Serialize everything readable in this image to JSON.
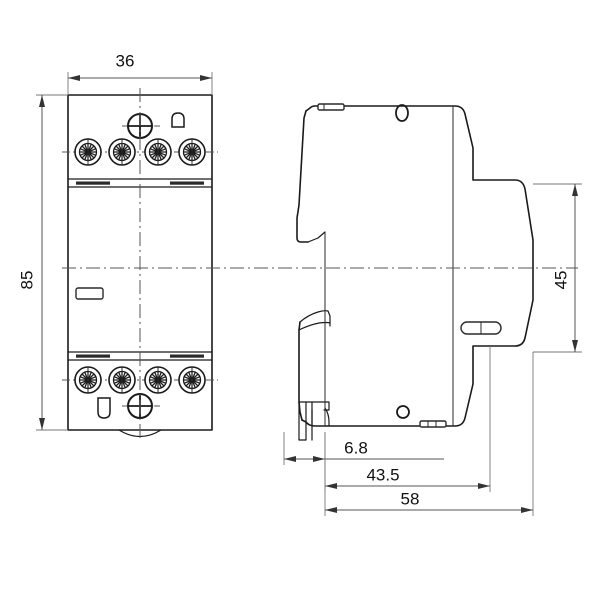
{
  "drawing": {
    "title": "Modular DIN-rail contactor dimensional drawing",
    "units": "mm",
    "line_color": "#1a1a1a",
    "dimension_color": "#555555",
    "background": "#ffffff",
    "views": [
      {
        "id": "front",
        "label": "front-view"
      },
      {
        "id": "side",
        "label": "side-view"
      }
    ]
  },
  "dimensions": {
    "width_36": {
      "value": "36",
      "position": "top",
      "view": "front"
    },
    "height_85": {
      "value": "85",
      "position": "left",
      "view": "front",
      "rotated": true
    },
    "height_45": {
      "value": "45",
      "position": "right",
      "view": "side",
      "rotated": true
    },
    "depth_6_8": {
      "value": "6.8",
      "position": "bottom",
      "view": "side"
    },
    "depth_43_5": {
      "value": "43.5",
      "position": "bottom",
      "view": "side"
    },
    "depth_58": {
      "value": "58",
      "position": "bottom",
      "view": "side"
    }
  },
  "front_view": {
    "terminals_top": [
      {
        "name": "terminal-screw-top-1"
      },
      {
        "name": "terminal-screw-top-2"
      },
      {
        "name": "terminal-screw-top-3"
      },
      {
        "name": "terminal-screw-top-4"
      }
    ],
    "terminals_bottom": [
      {
        "name": "terminal-screw-bottom-1"
      },
      {
        "name": "terminal-screw-bottom-2"
      },
      {
        "name": "terminal-screw-bottom-3"
      },
      {
        "name": "terminal-screw-bottom-4"
      }
    ],
    "controls": [
      {
        "name": "manual-override-knob-top"
      },
      {
        "name": "manual-override-knob-bottom"
      },
      {
        "name": "indicator-window-top"
      },
      {
        "name": "indicator-window-bottom"
      },
      {
        "name": "label-slot"
      }
    ]
  },
  "side_view": {
    "features": [
      {
        "name": "top-mounting-hole"
      },
      {
        "name": "bottom-mounting-hole"
      },
      {
        "name": "din-rail-clip"
      },
      {
        "name": "side-latch-slot"
      },
      {
        "name": "top-tab"
      },
      {
        "name": "bottom-tab"
      }
    ]
  }
}
